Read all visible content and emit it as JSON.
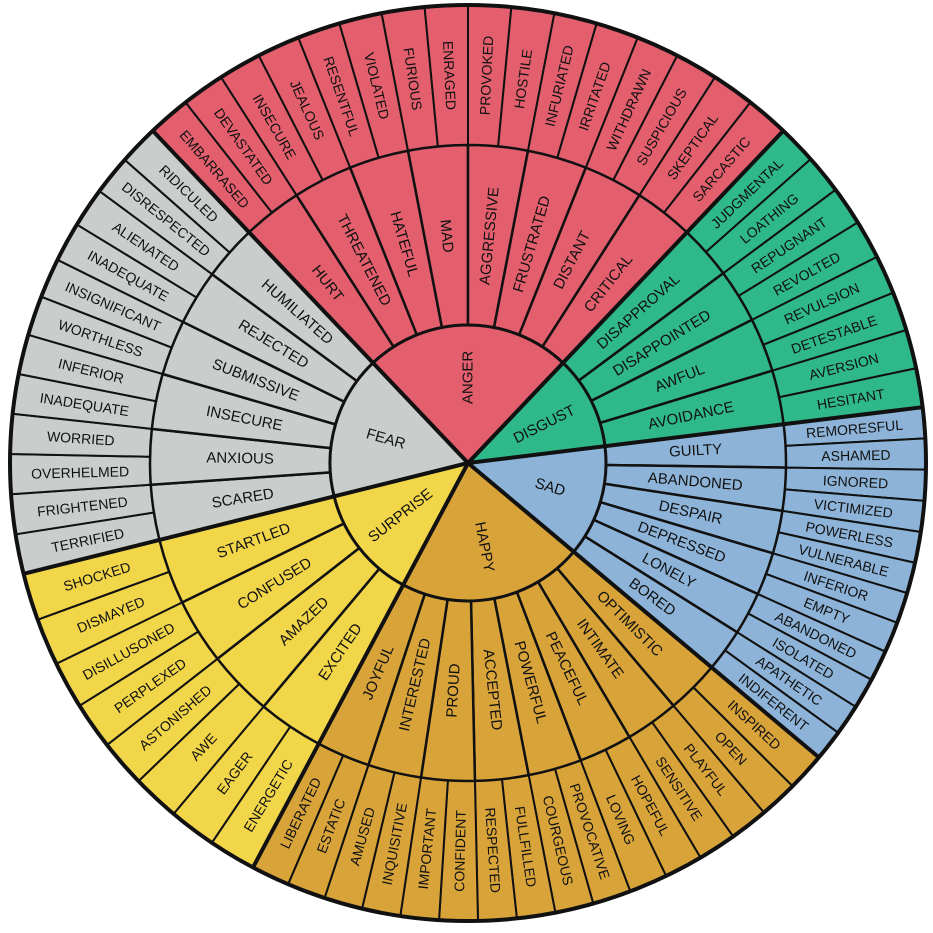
{
  "wheel": {
    "colors": {
      "anger": "#e35f6e",
      "disgust": "#2fb889",
      "sad": "#8db4d8",
      "happy": "#d8a43a",
      "surprise": "#f2d64a",
      "fear": "#c9cecc",
      "outline": "#111111",
      "text": "#111111"
    },
    "emotions": [
      {
        "name": "ANGER",
        "color_key": "anger",
        "start_deg": 226.5,
        "end_deg": 313.5,
        "secondary": [
          {
            "label": "HURT",
            "tertiary": [
              "EMBARRASED",
              "DEVASTATED"
            ]
          },
          {
            "label": "THREATENED",
            "tertiary": [
              "INSECURE",
              "JEALOUS"
            ]
          },
          {
            "label": "HATEFUL",
            "tertiary": [
              "RESENTFUL",
              "VIOLATED"
            ]
          },
          {
            "label": "MAD",
            "tertiary": [
              "FURIOUS",
              "ENRAGED"
            ]
          },
          {
            "label": "AGGRESSIVE",
            "tertiary": [
              "PROVOKED",
              "HOSTILE"
            ]
          },
          {
            "label": "FRUSTRATED",
            "tertiary": [
              "INFURIATED",
              "IRRITATED"
            ]
          },
          {
            "label": "DISTANT",
            "tertiary": [
              "WITHDRAWN",
              "SUSPICIOUS"
            ]
          },
          {
            "label": "CRITICAL",
            "tertiary": [
              "SKEPTICAL",
              "SARCASTIC"
            ]
          }
        ]
      },
      {
        "name": "DISGUST",
        "color_key": "disgust",
        "start_deg": 313.5,
        "end_deg": 353,
        "secondary": [
          {
            "label": "DISAPPROVAL",
            "tertiary": [
              "JUDGMENTAL",
              "LOATHING"
            ]
          },
          {
            "label": "DISAPPOINTED",
            "tertiary": [
              "REPUGNANT",
              "REVOLTED"
            ]
          },
          {
            "label": "AWFUL",
            "tertiary": [
              "REVULSION",
              "DETESTABLE"
            ]
          },
          {
            "label": "AVOIDANCE",
            "tertiary": [
              "AVERSION",
              "HESITANT"
            ]
          }
        ]
      },
      {
        "name": "SAD",
        "color_key": "sad",
        "start_deg": 353,
        "end_deg": 400,
        "secondary": [
          {
            "label": "GUILTY",
            "tertiary": [
              "REMORESFUL",
              "ASHAMED"
            ]
          },
          {
            "label": "ABANDONED",
            "tertiary": [
              "IGNORED",
              "VICTIMIZED"
            ]
          },
          {
            "label": "DESPAIR",
            "tertiary": [
              "POWERLESS",
              "VULNERABLE"
            ]
          },
          {
            "label": "DEPRESSED",
            "tertiary": [
              "INFERIOR",
              "EMPTY"
            ]
          },
          {
            "label": "LONELY",
            "tertiary": [
              "ABANDONED",
              "ISOLATED"
            ]
          },
          {
            "label": "BORED",
            "tertiary": [
              "APATHETIC",
              "INDIFERENT"
            ]
          }
        ]
      },
      {
        "name": "HAPPY",
        "color_key": "happy",
        "start_deg": 40,
        "end_deg": 118,
        "secondary": [
          {
            "label": "OPTIMISTIC",
            "tertiary": [
              "INSPIRED",
              "OPEN"
            ]
          },
          {
            "label": "INTIMATE",
            "tertiary": [
              "PLAYFUL",
              "SENSITIVE"
            ]
          },
          {
            "label": "PEACEFUL",
            "tertiary": [
              "HOPEFUL",
              "LOVING"
            ]
          },
          {
            "label": "POWERFUL",
            "tertiary": [
              "PROVOCATIVE",
              "COURGEOUS"
            ]
          },
          {
            "label": "ACCEPTED",
            "tertiary": [
              "FULLFILLED",
              "RESPECTED"
            ]
          },
          {
            "label": "PROUD",
            "tertiary": [
              "CONFIDENT",
              "IMPORTANT"
            ]
          },
          {
            "label": "INTERESTED",
            "tertiary": [
              "INQUISITIVE",
              "AMUSED"
            ]
          },
          {
            "label": "JOYFUL",
            "tertiary": [
              "ESTATIC",
              "LIBERATED"
            ]
          }
        ]
      },
      {
        "name": "SURPRISE",
        "color_key": "surprise",
        "start_deg": 118,
        "end_deg": 166,
        "secondary": [
          {
            "label": "EXCITED",
            "tertiary": [
              "ENERGETIC",
              "EAGER"
            ]
          },
          {
            "label": "AMAZED",
            "tertiary": [
              "AWE",
              "ASTONISHED"
            ]
          },
          {
            "label": "CONFUSED",
            "tertiary": [
              "PERPLEXED",
              "DISILLUSONED"
            ]
          },
          {
            "label": "STARTLED",
            "tertiary": [
              "DISMAYED",
              "SHOCKED"
            ]
          }
        ]
      },
      {
        "name": "FEAR",
        "color_key": "fear",
        "start_deg": 166,
        "end_deg": 226.5,
        "secondary": [
          {
            "label": "SCARED",
            "tertiary": [
              "TERRIFIED",
              "FRIGHTENED"
            ]
          },
          {
            "label": "ANXIOUS",
            "tertiary": [
              "OVERHELMED",
              "WORRIED"
            ]
          },
          {
            "label": "INSECURE",
            "tertiary": [
              "INADEQUATE",
              "INFERIOR"
            ]
          },
          {
            "label": "SUBMISSIVE",
            "tertiary": [
              "WORTHLESS",
              "INSIGNIFICANT"
            ]
          },
          {
            "label": "REJECTED",
            "tertiary": [
              "INADEQUATE",
              "ALIENATED"
            ]
          },
          {
            "label": "HUMILIATED",
            "tertiary": [
              "DISRESPECTED",
              "RIDICULED"
            ]
          }
        ]
      }
    ]
  }
}
